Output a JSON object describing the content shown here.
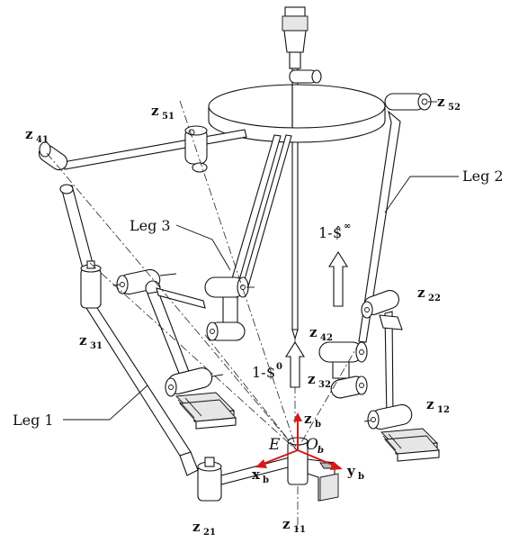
{
  "labels": {
    "z51": {
      "main": "z",
      "sub": "51"
    },
    "z52": {
      "main": "z",
      "sub": "52"
    },
    "z41": {
      "main": "z",
      "sub": "41"
    },
    "z31": {
      "main": "z",
      "sub": "31"
    },
    "z42": {
      "main": "z",
      "sub": "42"
    },
    "z32": {
      "main": "z",
      "sub": "32"
    },
    "z22": {
      "main": "z",
      "sub": "22"
    },
    "z12": {
      "main": "z",
      "sub": "12"
    },
    "z21": {
      "main": "z",
      "sub": "21"
    },
    "z11": {
      "main": "z",
      "sub": "11"
    },
    "zb": {
      "main": "z",
      "sub": "b"
    },
    "xb": {
      "main": "x",
      "sub": "b"
    },
    "yb": {
      "main": "y",
      "sub": "b"
    }
  },
  "legs": {
    "leg1": "Leg 1",
    "leg2": "Leg 2",
    "leg3": "Leg 3"
  },
  "twists": {
    "t0_prefix": "1-",
    "t0_symbol": "$",
    "t0_sup": "0",
    "tinf_prefix": "1-",
    "tinf_symbol": "$̂",
    "tinf_sup": "∞"
  },
  "points": {
    "E": "E",
    "Ob_main": "O",
    "Ob_sub": "b"
  },
  "colors": {
    "frame_axes": "#d61a1a",
    "lines": "#111111"
  }
}
